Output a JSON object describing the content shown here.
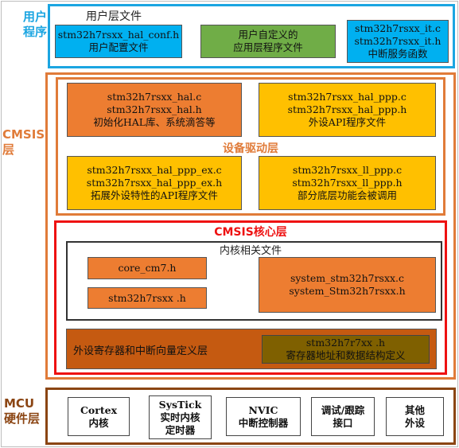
{
  "side_labels": {
    "user": [
      "用户",
      "程序"
    ],
    "cmsis": [
      "CMSIS",
      "层"
    ],
    "mcu": [
      "MCU",
      "硬件层"
    ]
  },
  "user_layer": {
    "title": "用户层文件",
    "boxes": [
      {
        "lines": [
          "stm32h7rsxx_hal_conf.h",
          "用户配置文件"
        ]
      },
      {
        "lines": [
          "用户自定义的",
          "应用层程序文件"
        ]
      },
      {
        "lines": [
          "stm32h7rsxx_it.c",
          "stm32h7rsxx_it.h",
          "中断服务函数"
        ]
      }
    ]
  },
  "driver_layer": {
    "title": "设备驱动层",
    "boxes": [
      {
        "lines": [
          "stm32h7rsxx_hal.c",
          "stm32h7rsxx_hal.h",
          "初始化HAL库、系统滴答等"
        ]
      },
      {
        "lines": [
          "stm32h7rsxx_hal_ppp.c",
          "stm32h7rsxx_hal_ppp.h",
          "外设API程序文件"
        ]
      },
      {
        "lines": [
          "stm32h7rsxx_hal_ppp_ex.c",
          "stm32h7rsxx_hal_ppp_ex.h",
          "拓展外设特性的API程序文件"
        ]
      },
      {
        "lines": [
          "stm32h7rsxx_ll_ppp.c",
          "stm32h7rsxx_ll_ppp.h",
          "部分底层功能会被调用"
        ]
      }
    ]
  },
  "core_layer": {
    "title": "CMSIS核心层",
    "kernel_title": "内核相关文件",
    "core_cm7": "core_cm7.h",
    "stm32h7rsxx_h": "stm32h7rsxx .h",
    "system_lines": [
      "system_stm32h7rsxx.c",
      "system_Stm32h7rsxx.h"
    ],
    "periph_label": "外设寄存器和中断向量定义层",
    "periph_box_lines": [
      "stm32h7r7xx .h",
      "寄存器地址和数据结构定义"
    ]
  },
  "hardware_layer": {
    "boxes": [
      {
        "lines": [
          "Cortex",
          "内核"
        ]
      },
      {
        "lines": [
          "SysTick",
          "实时内核",
          "定时器"
        ]
      },
      {
        "lines": [
          "NVIC",
          "中断控制器"
        ]
      },
      {
        "lines": [
          "调试/跟踪",
          "接口"
        ]
      },
      {
        "lines": [
          "其他",
          "外设"
        ]
      }
    ]
  },
  "colors": {
    "user_blue": "#1ba5e1",
    "driver_orange": "#e07b39",
    "core_red": "#ee1111",
    "mcu_brown": "#8b4513",
    "box_orange": "#ed7d31",
    "box_yellow": "#ffc000",
    "box_green": "#70ad47",
    "box_cyan": "#00b0f0",
    "box_dark_orange": "#c55a11",
    "box_olive": "#7f6000"
  }
}
